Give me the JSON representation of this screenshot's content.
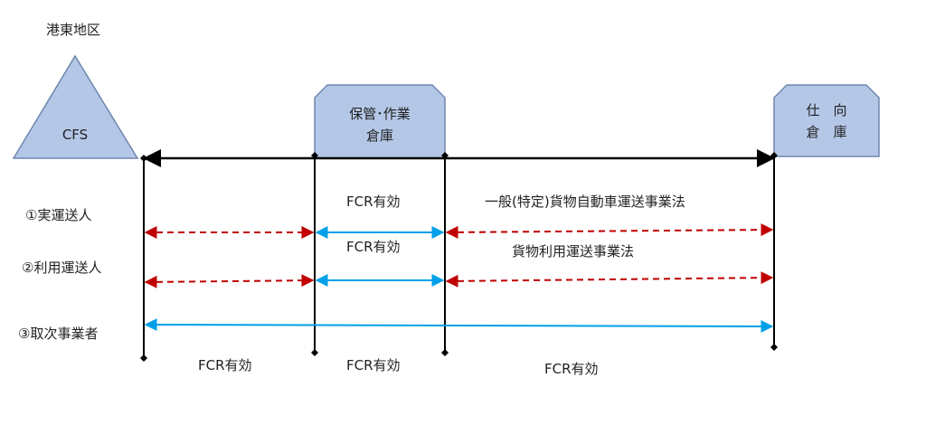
{
  "region_label": "港東地区",
  "nodes": {
    "cfs": "CFS",
    "storage_warehouse": {
      "line1": "保管･作業",
      "line2": "倉庫"
    },
    "destination_warehouse": {
      "line1": "仕　向",
      "line2": "倉　庫"
    }
  },
  "rows": [
    {
      "label": "①実運送人"
    },
    {
      "label": "②利用運送人"
    },
    {
      "label": "③取次事業者"
    }
  ],
  "annotations": {
    "fcr_valid_row1": "FCR有効",
    "fcr_valid_row2": "FCR有効",
    "law_trucking": "一般(特定)貨物自動車運送事業法",
    "law_freight_forwarding": "貨物利用運送事業法",
    "fcr_valid_bottom_left": "FCR有効",
    "fcr_valid_bottom_middle": "FCR有効",
    "fcr_valid_bottom_right": "FCR有効"
  },
  "colors": {
    "shape_fill": "#b4c7e7",
    "shape_stroke": "#6f86ad",
    "main_line": "#000000",
    "dashed_arrow": "#c00000",
    "solid_arrow": "#00a0e9"
  }
}
